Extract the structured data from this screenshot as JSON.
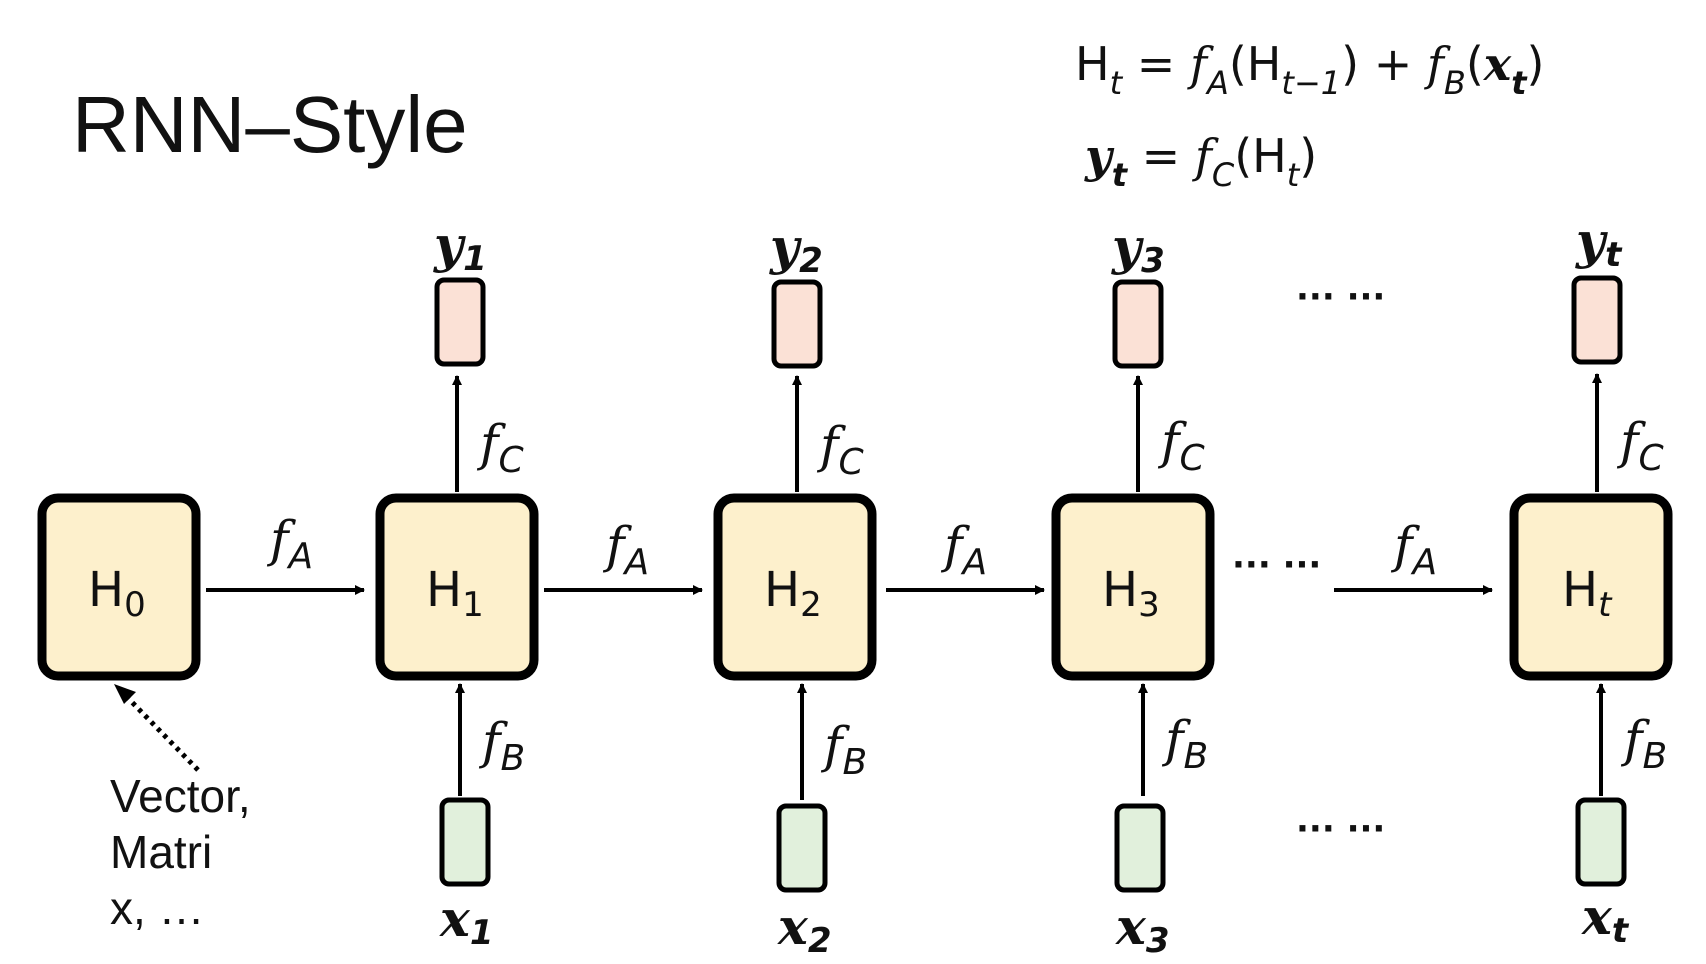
{
  "title": "RNN–Style",
  "equations": {
    "line1": {
      "H": "H",
      "t": "t",
      "eq": " = ",
      "fA": "f",
      "A": "A",
      "open1": "(H",
      "tminus1": "t−1",
      "close_plus": ") + ",
      "fB": "f",
      "B": "B",
      "open2": "(",
      "x": "x",
      "xt": "t",
      "close2": ")"
    },
    "line2": {
      "y": "y",
      "yt": "t",
      "eq": " = ",
      "fC": "f",
      "C": "C",
      "open": "(H",
      "Ht": "t",
      "close": ")"
    }
  },
  "hidden_states": [
    {
      "label": "H",
      "sub": "0"
    },
    {
      "label": "H",
      "sub": "1"
    },
    {
      "label": "H",
      "sub": "2"
    },
    {
      "label": "H",
      "sub": "3"
    },
    {
      "label": "H",
      "sub": "t"
    }
  ],
  "outputs": [
    {
      "label": "y",
      "sub": "1"
    },
    {
      "label": "y",
      "sub": "2"
    },
    {
      "label": "y",
      "sub": "3"
    },
    {
      "label": "y",
      "sub": "t"
    }
  ],
  "inputs": [
    {
      "label": "x",
      "sub": "1"
    },
    {
      "label": "x",
      "sub": "2"
    },
    {
      "label": "x",
      "sub": "3"
    },
    {
      "label": "x",
      "sub": "t"
    }
  ],
  "functions": {
    "f": "f",
    "A": "A",
    "B": "B",
    "C": "C"
  },
  "ellipsis": "···  ···",
  "note": {
    "line1": "Vector,",
    "line2": "Matri",
    "line3": "x, …"
  },
  "colors": {
    "hidden_fill": "#fdf0cc",
    "output_fill": "#fbe1d6",
    "input_fill": "#e1f0dc",
    "stroke": "#000000"
  }
}
